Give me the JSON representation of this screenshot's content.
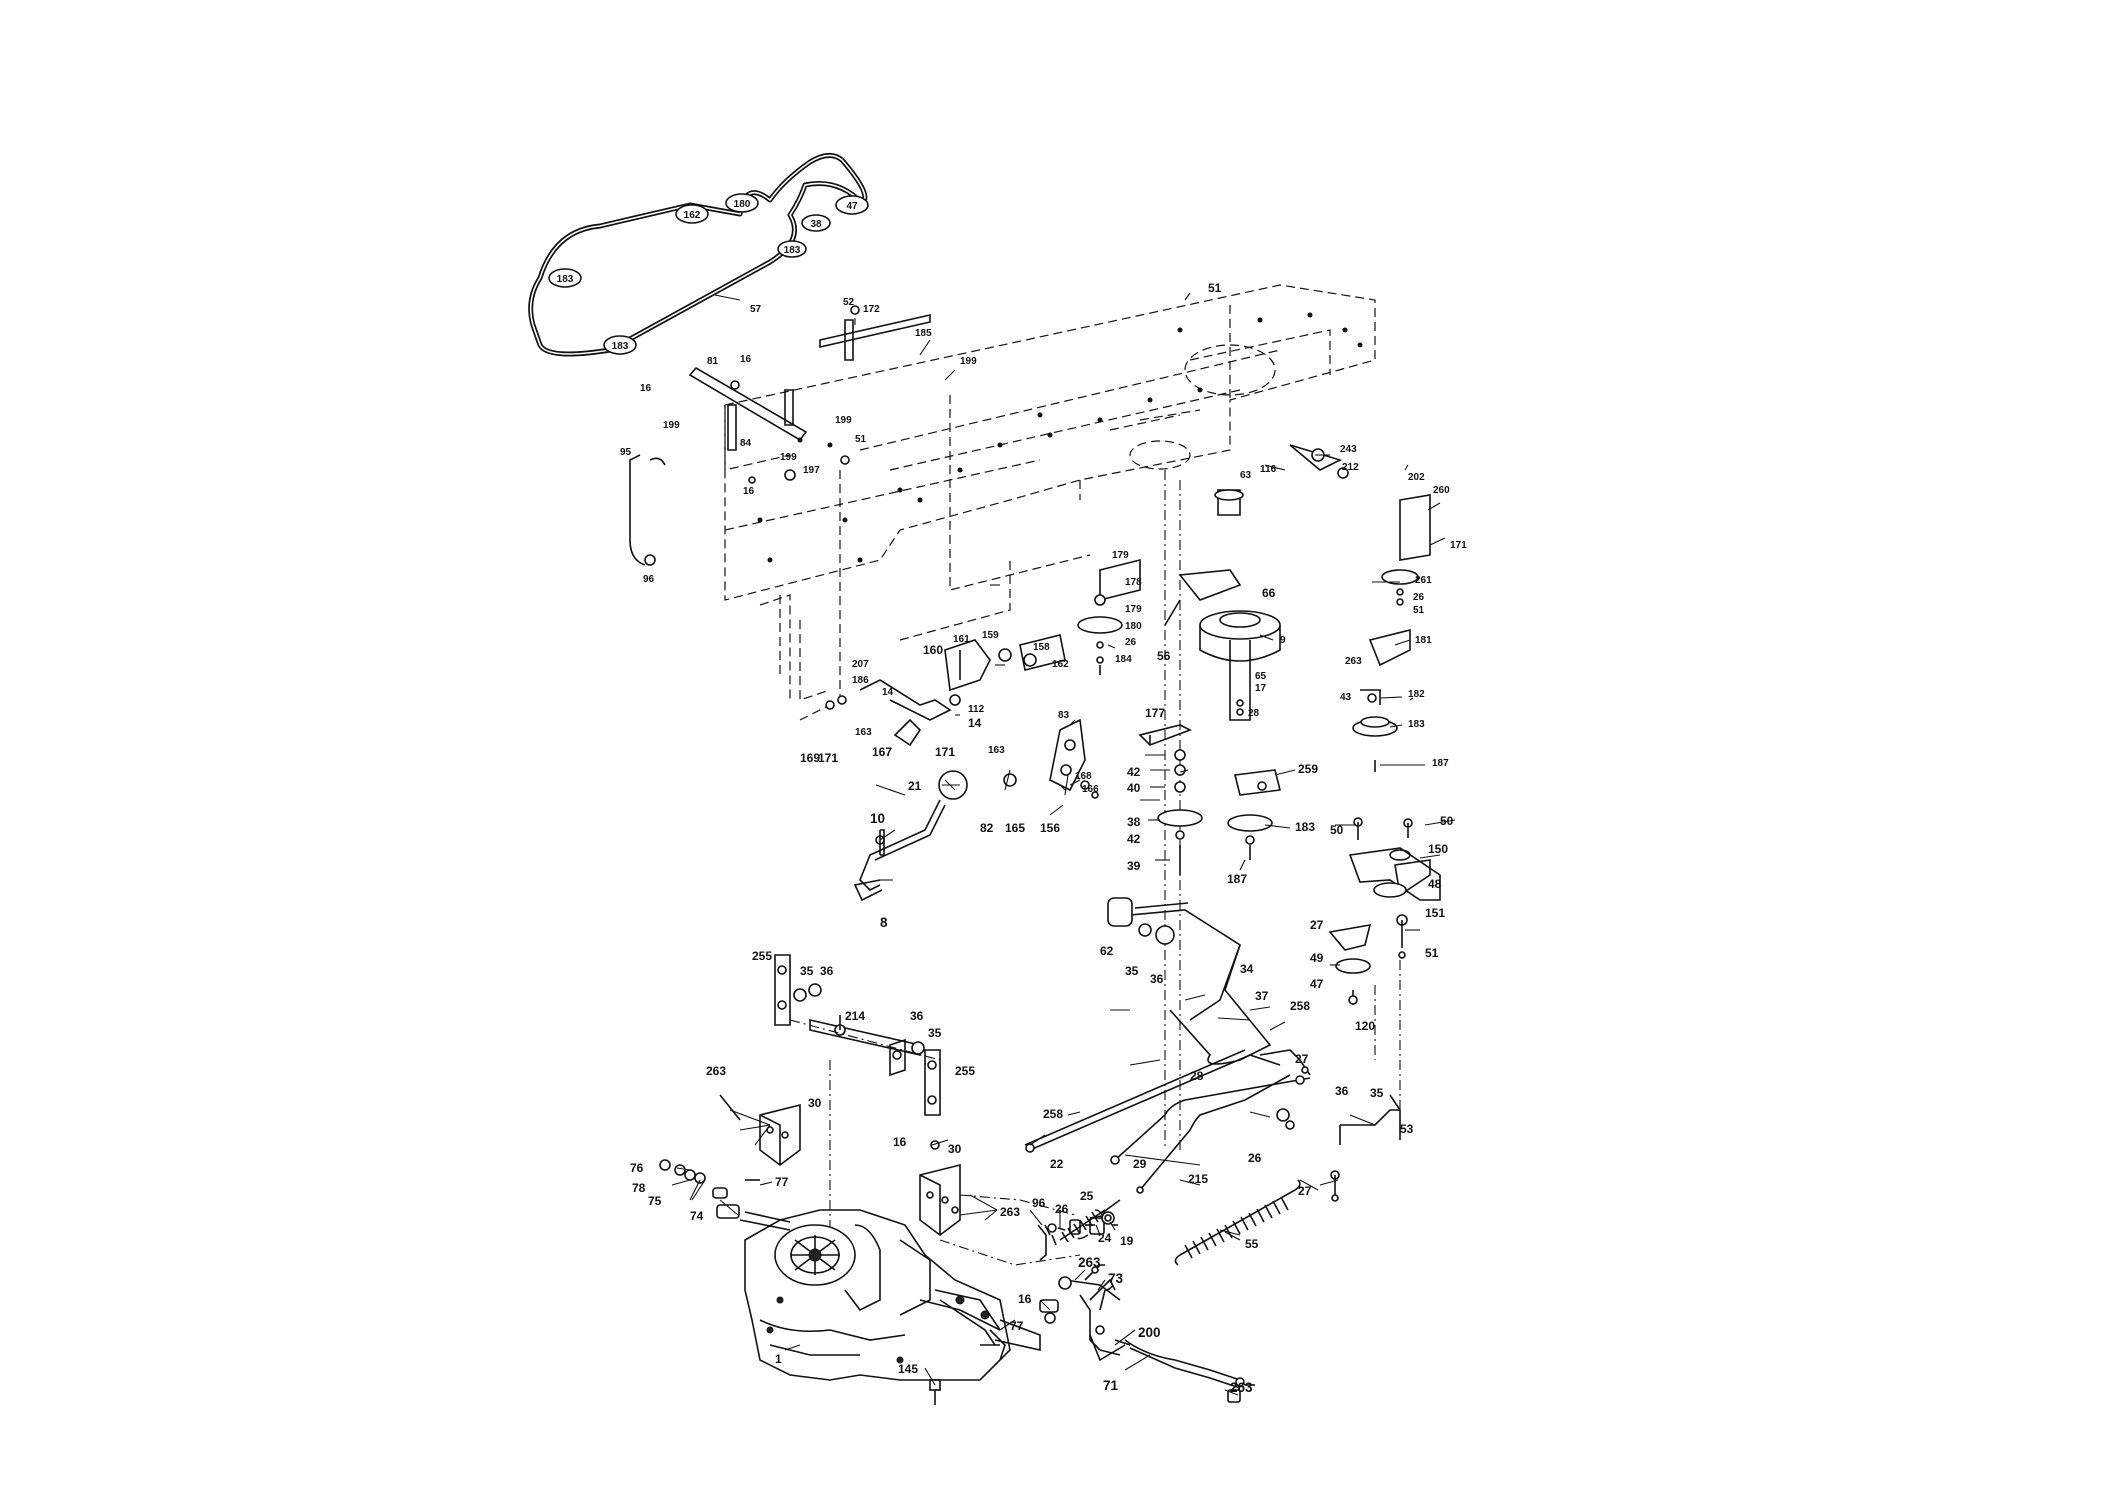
{
  "diagram": {
    "belt_pulley_labels": [
      "180",
      "162",
      "38",
      "47",
      "183",
      "183",
      "183"
    ],
    "callouts": [
      "57",
      "52",
      "172",
      "185",
      "199",
      "81",
      "16",
      "16",
      "199",
      "84",
      "199",
      "51",
      "199",
      "197",
      "16",
      "95",
      "96",
      "51",
      "63",
      "116",
      "243",
      "212",
      "202",
      "260",
      "171",
      "261",
      "26",
      "51",
      "179",
      "178",
      "179",
      "180",
      "26",
      "184",
      "66",
      "56",
      "9",
      "65",
      "17",
      "28",
      "263",
      "181",
      "43",
      "182",
      "183",
      "187",
      "160",
      "161",
      "159",
      "158",
      "162",
      "207",
      "186",
      "14",
      "163",
      "112",
      "14",
      "83",
      "163",
      "169",
      "171",
      "167",
      "171",
      "168",
      "166",
      "177",
      "42",
      "40",
      "38",
      "42",
      "39",
      "259",
      "183",
      "187",
      "21",
      "82",
      "165",
      "156",
      "10",
      "8",
      "50",
      "50",
      "150",
      "48",
      "27",
      "151",
      "49",
      "51",
      "47",
      "120",
      "62",
      "35",
      "36",
      "34",
      "37",
      "258",
      "255",
      "35",
      "36",
      "214",
      "36",
      "35",
      "255",
      "263",
      "30",
      "28",
      "27",
      "258",
      "22",
      "29",
      "36",
      "35",
      "26",
      "53",
      "215",
      "16",
      "30",
      "76",
      "78",
      "75",
      "74",
      "77",
      "263",
      "96",
      "26",
      "25",
      "24",
      "19",
      "55",
      "27",
      "263",
      "73",
      "16",
      "77",
      "200",
      "71",
      "263",
      "1",
      "145"
    ]
  }
}
